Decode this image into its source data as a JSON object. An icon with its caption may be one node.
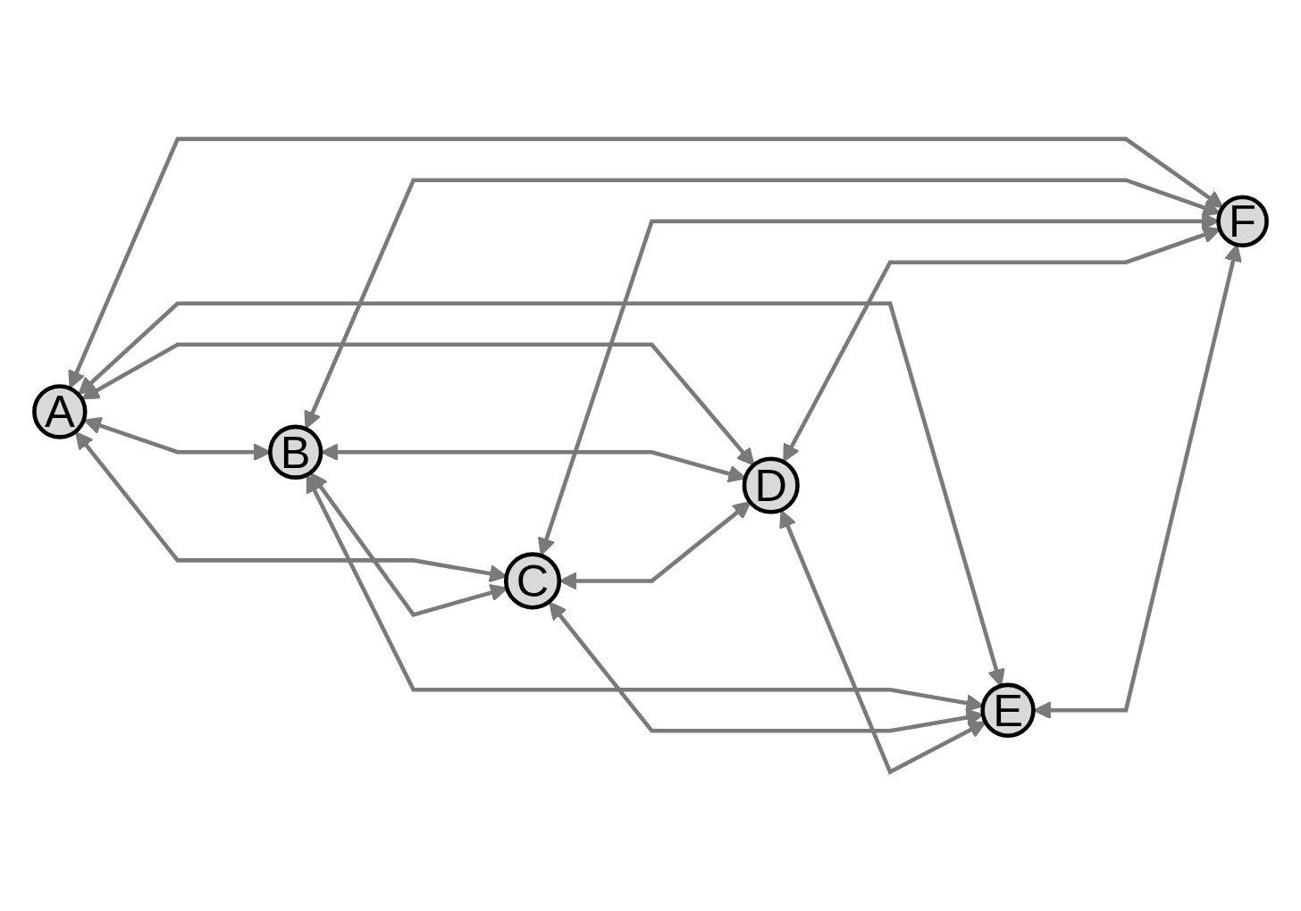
{
  "diagram": {
    "nodes": [
      {
        "text": [
          "A"
        ]
      },
      {
        "text": [
          "B"
        ]
      },
      {
        "text": [
          "C"
        ]
      },
      {
        "text": [
          "D"
        ]
      },
      {
        "text": [
          "E"
        ]
      },
      {
        "text": [
          "F"
        ]
      }
    ],
    "edges": [
      {
        "from": 0,
        "to": 1,
        "arrow": "both"
      },
      {
        "from": 0,
        "to": 2,
        "arrow": "both"
      },
      {
        "from": 0,
        "to": 3,
        "arrow": "both"
      },
      {
        "from": 0,
        "to": 4,
        "arrow": "both"
      },
      {
        "from": 0,
        "to": 5,
        "arrow": "both"
      },
      {
        "from": 1,
        "to": 2,
        "arrow": "both"
      },
      {
        "from": 1,
        "to": 3,
        "arrow": "both"
      },
      {
        "from": 1,
        "to": 4,
        "arrow": "both"
      },
      {
        "from": 1,
        "to": 5,
        "arrow": "both"
      },
      {
        "from": 2,
        "to": 3,
        "arrow": "both"
      },
      {
        "from": 2,
        "to": 4,
        "arrow": "both"
      },
      {
        "from": 2,
        "to": 5,
        "arrow": "both"
      },
      {
        "from": 3,
        "to": 4,
        "arrow": "both"
      },
      {
        "from": 3,
        "to": 5,
        "arrow": "both"
      },
      {
        "from": 4,
        "to": 5,
        "arrow": "both"
      }
    ]
  }
}
